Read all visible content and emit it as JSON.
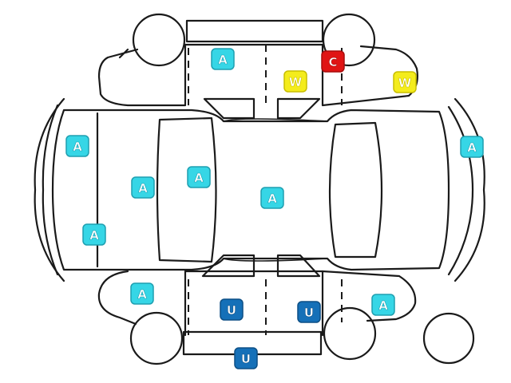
{
  "marker_codes": {
    "A": {
      "letter": "A",
      "fill": "#36d6e6",
      "text": "#ffffff",
      "stroke": "#1e9fb0"
    },
    "W": {
      "letter": "W",
      "fill": "#f4ec1c",
      "text": "#ffffff",
      "stroke": "#c9be00"
    },
    "C": {
      "letter": "C",
      "fill": "#e01414",
      "text": "#ffffff",
      "stroke": "#a80c0c"
    },
    "U": {
      "letter": "U",
      "fill": "#1570b8",
      "text": "#ffffff",
      "stroke": "#0d4f85"
    }
  },
  "markers": [
    {
      "name": "marker-a-roof-top",
      "code": "A"
    },
    {
      "name": "marker-c-front-top",
      "code": "C"
    },
    {
      "name": "marker-w-door-top",
      "code": "W"
    },
    {
      "name": "marker-w-fender-top",
      "code": "W"
    },
    {
      "name": "marker-a-rear-bumper",
      "code": "A"
    },
    {
      "name": "marker-a-front-bumper",
      "code": "A"
    },
    {
      "name": "marker-a-rear-roof",
      "code": "A"
    },
    {
      "name": "marker-a-rear-deck",
      "code": "A"
    },
    {
      "name": "marker-a-roof-center",
      "code": "A"
    },
    {
      "name": "marker-a-rear-corner",
      "code": "A"
    },
    {
      "name": "marker-a-rear-quarter-bottom",
      "code": "A"
    },
    {
      "name": "marker-u-rear-door-bottom",
      "code": "U"
    },
    {
      "name": "marker-u-front-door-bottom",
      "code": "U"
    },
    {
      "name": "marker-a-front-fender-bottom",
      "code": "A"
    },
    {
      "name": "marker-u-rocker-bottom",
      "code": "U"
    }
  ]
}
